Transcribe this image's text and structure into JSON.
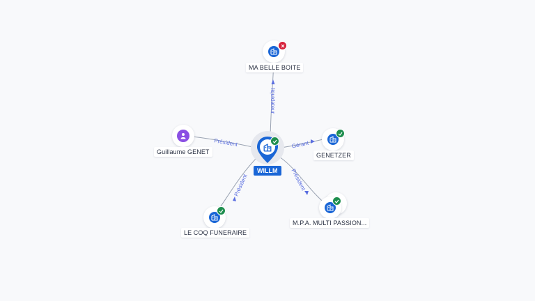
{
  "colors": {
    "company_blue": "#1a66d6",
    "person_purple": "#8a4fe3",
    "active_green": "#1e8e4e",
    "closed_red": "#d6223b",
    "edge_line": "#9aa3b2",
    "edge_label": "#5a6ee0"
  },
  "center": {
    "label": "WILLM",
    "icon": "building-icon",
    "status": "active"
  },
  "nodes": {
    "ma_belle_boite": {
      "label": "MA BELLE BOITE",
      "icon": "building-icon",
      "status": "closed"
    },
    "genetzer": {
      "label": "GENETZER",
      "icon": "building-icon",
      "status": "active"
    },
    "guillaume_genet": {
      "label": "Guillaume GENET",
      "icon": "person-icon"
    },
    "le_coq_funeraire": {
      "label": "LE COQ FUNERAIRE",
      "icon": "building-icon",
      "status": "active"
    },
    "mpa": {
      "label": "M.P.A. MULTI PASSION...",
      "icon": "building-icon",
      "status": "active"
    }
  },
  "edges": {
    "to_ma_belle_boite": "liquidateur",
    "to_genetzer": "Gérant",
    "from_guillaume": "Président",
    "to_le_coq": "Président",
    "to_mpa": "Président"
  }
}
